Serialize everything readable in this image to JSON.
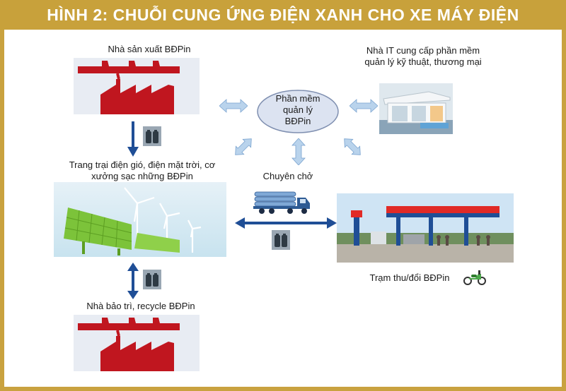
{
  "title": "HÌNH 2: CHUỖI CUNG ỨNG ĐIỆN XANH CHO XE MÁY ĐIỆN",
  "nodes": {
    "manufacturer": "Nhà sản xuất BĐPin",
    "software": [
      "Phần mềm",
      "quản lý",
      "BĐPin"
    ],
    "it_provider": [
      "Nhà IT cung cấp phần mềm",
      "quản lý kỹ thuật, thương mại"
    ],
    "charging_farm": [
      "Trang trại điện gió, điện mặt trời, cơ",
      "xưởng sạc những BĐPin"
    ],
    "transport": "Chuyên chở",
    "swap_station": "Trạm thu/đổi BĐPin",
    "maintenance": "Nhà bảo trì, recycle BĐPin"
  },
  "colors": {
    "frame_gold": "#c9a23f",
    "factory_red": "#c0161f",
    "arrow_dark_blue": "#1f4e96",
    "arrow_light_blue": "#b9d3ec",
    "ellipse_fill": "#dce3f1",
    "solar_green": "#7cc33a"
  },
  "icons": [
    "factory-icon",
    "battery-icon",
    "wind-turbine-icon",
    "solar-panel-icon",
    "truck-icon",
    "house-icon",
    "gas-station-icon",
    "scooter-icon"
  ]
}
